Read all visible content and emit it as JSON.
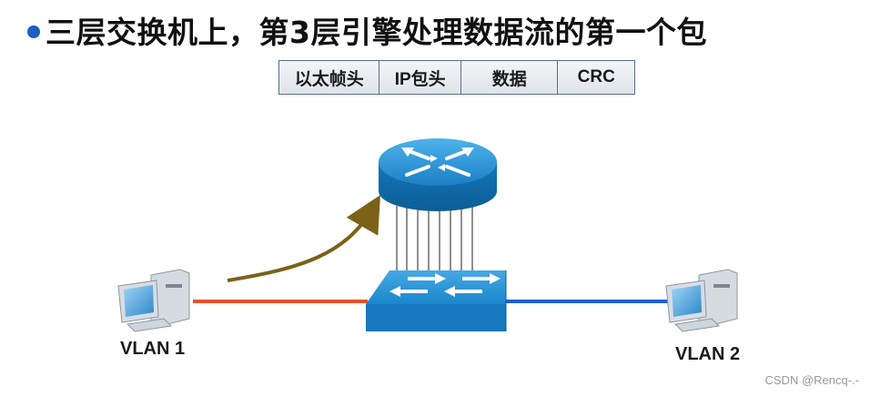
{
  "title": "三层交换机上，第3层引擎处理数据流的第一个包",
  "packet_fields": [
    "以太帧头",
    "IP包头",
    "数据",
    "CRC"
  ],
  "nodes": {
    "left_pc_label": "VLAN 1",
    "right_pc_label": "VLAN 2"
  },
  "watermark": "CSDN @Rencq-.-",
  "colors": {
    "bullet": "#1f5fbf",
    "vlan1_link": "#e8502a",
    "vlan2_link": "#1f5fd6",
    "arrow": "#7b6218",
    "device_blue": "#1b8ad0"
  },
  "icons": [
    "pc-icon",
    "router-icon",
    "switch-icon",
    "arrow-icon"
  ]
}
